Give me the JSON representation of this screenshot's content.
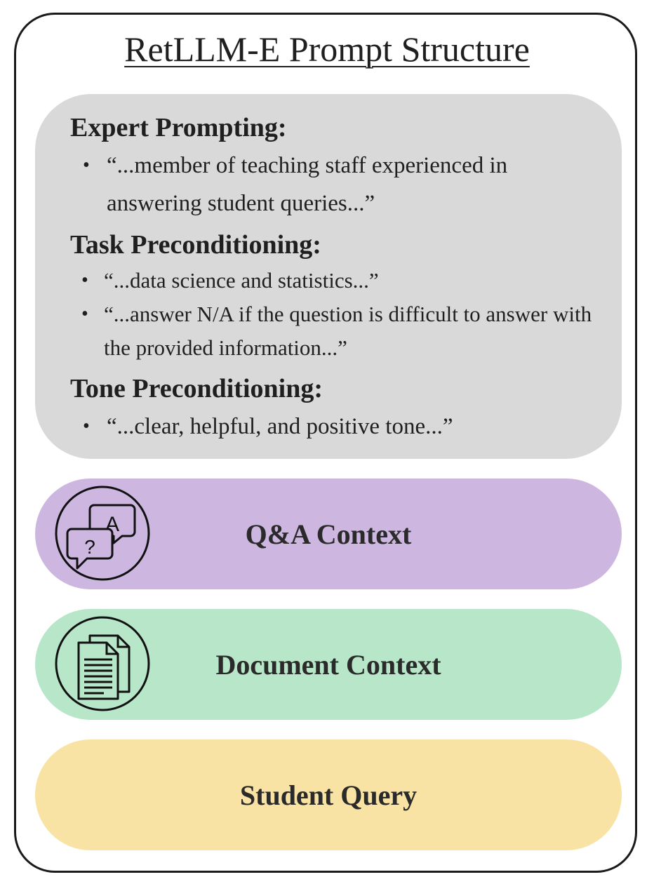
{
  "title": "RetLLM-E Prompt Structure",
  "instructions": {
    "sections": [
      {
        "heading": "Expert Prompting:",
        "bullets": [
          [
            "“...member of teaching staff experienced in",
            "answering student queries...”"
          ]
        ]
      },
      {
        "heading": "Task Preconditioning:",
        "bullets": [
          [
            "“...data science and statistics...”"
          ],
          [
            "“...answer N/A if the question is difficult to answer with",
            "the provided information...”"
          ]
        ]
      },
      {
        "heading": "Tone Preconditioning:",
        "bullets": [
          [
            "“...clear, helpful, and positive tone...”"
          ]
        ]
      }
    ]
  },
  "blocks": {
    "qa": {
      "label": "Q&A Context",
      "icon": "qa-chat-bubbles-icon",
      "color": "#cdb7e0"
    },
    "document": {
      "label": "Document Context",
      "icon": "document-pages-icon",
      "color": "#b7e6c8"
    },
    "query": {
      "label": "Student Query",
      "color": "#f8e3a4"
    }
  },
  "colors": {
    "instructions_panel": "#d9d9d9",
    "frame": "#1a1a1a"
  }
}
